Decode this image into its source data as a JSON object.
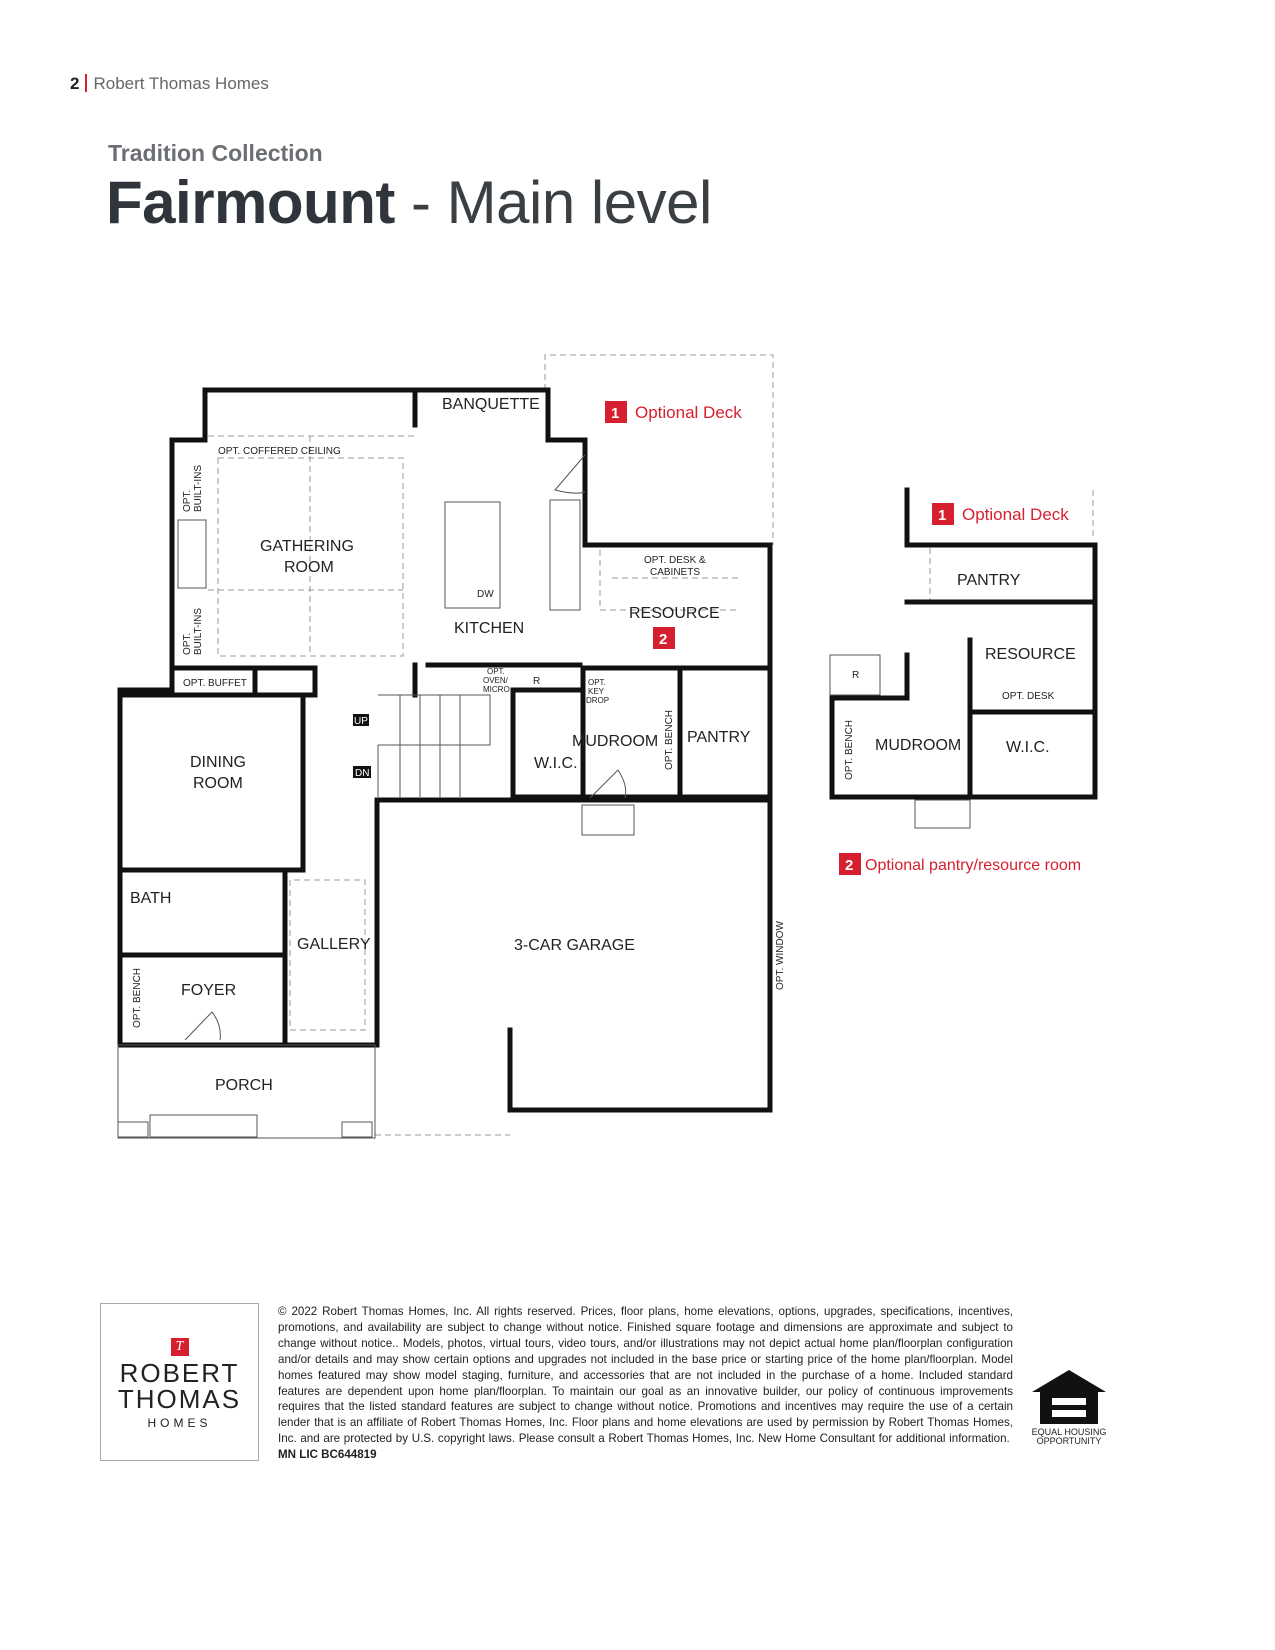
{
  "header": {
    "page_number": "2",
    "brand": "Robert Thomas Homes"
  },
  "collection": "Tradition Collection",
  "title": {
    "model": "Fairmount",
    "separator": " - ",
    "level": "Main level"
  },
  "plan_labels": {
    "banquette": "BANQUETTE",
    "coffered": "OPT. COFFERED CEILING",
    "builtins": "OPT.",
    "builtins2": "BUILT-INS",
    "gathering1": "GATHERING",
    "gathering2": "ROOM",
    "kitchen": "KITCHEN",
    "dw": "DW",
    "desk1": "OPT. DESK &",
    "desk2": "CABINETS",
    "resource": "RESOURCE",
    "buffet": "OPT. BUFFET",
    "oven1": "OPT.",
    "oven2": "OVEN/",
    "oven3": "MICRO",
    "r": "R",
    "key1": "OPT.",
    "key2": "KEY",
    "key3": "DROP",
    "up": "UP",
    "dn": "DN",
    "wic": "W.I.C.",
    "mudroom": "MUDROOM",
    "bench": "OPT. BENCH",
    "pantry": "PANTRY",
    "dining1": "DINING",
    "dining2": "ROOM",
    "bath": "BATH",
    "gallery": "GALLERY",
    "foyer": "FOYER",
    "garage": "3-CAR GARAGE",
    "window": "OPT. WINDOW",
    "porch": "PORCH"
  },
  "callouts": {
    "deck": {
      "num": "1",
      "text": "Optional Deck"
    },
    "resource_badge": "2",
    "pantry_option": {
      "num": "2",
      "text": "Optional pantry/resource room"
    }
  },
  "inset": {
    "pantry": "PANTRY",
    "resource": "RESOURCE",
    "desk": "OPT. DESK",
    "r": "R",
    "bench": "OPT. BENCH",
    "mudroom": "MUDROOM",
    "wic": "W.I.C."
  },
  "logo": {
    "line1": "ROBERT",
    "line2": "THOMAS",
    "line3": "HOMES"
  },
  "legal": "© 2022 Robert Thomas Homes, Inc. All rights reserved. Prices, floor plans, home elevations, options, upgrades, specifications, incentives, promotions, and availability are subject to change without notice. Finished square footage and dimensions are approximate and subject to change without notice.. Models, photos, virtual tours, video tours, and/or illustrations may not depict actual home plan/floorplan configuration and/or details and may show certain options and upgrades not included in the base price or starting price of the home plan/floorplan. Model homes featured may show model staging, furniture, and accessories that are not included in the purchase of a home. Included standard features are dependent upon home plan/floorplan. To maintain our goal as an innovative builder, our policy of continuous improvements requires that the listed standard features are subject to change without notice. Promotions and incentives may require the use of a certain lender that is an affiliate of Robert Thomas Homes, Inc. Floor plans and home elevations are used by permission by Robert Thomas Homes, Inc. and are protected by U.S. copyright laws. Please consult a Robert Thomas Homes, Inc. New Home Consultant for additional information.",
  "license": "MN LIC BC644819",
  "eho": {
    "line1": "EQUAL HOUSING",
    "line2": "OPPORTUNITY"
  },
  "colors": {
    "accent": "#d7202f",
    "text": "#333333"
  }
}
